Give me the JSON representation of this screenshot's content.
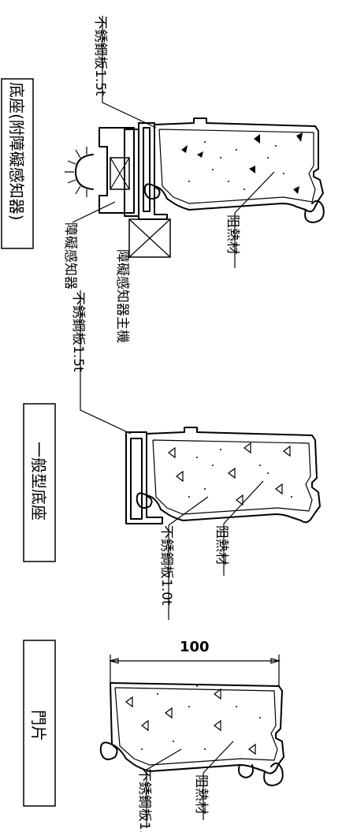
{
  "labels": {
    "section1_title": "底座(附障礙感知器)",
    "section2_title": "一般型底座",
    "section3_title": "門片",
    "stainless_15t_a": "不銹鋼板1.5t",
    "stainless_15t_b": "不銹鋼板1.5t",
    "stainless_10t_a": "不銹鋼板1.0t",
    "stainless_10t_b": "不銹鋼板1.",
    "insulation_a": "阻熱材",
    "insulation_b": "阻熱材",
    "insulation_c": "阻熱材",
    "sensor": "障礙感知器",
    "sensor_main": "障礙感知器主機",
    "dimension_100": "100"
  }
}
